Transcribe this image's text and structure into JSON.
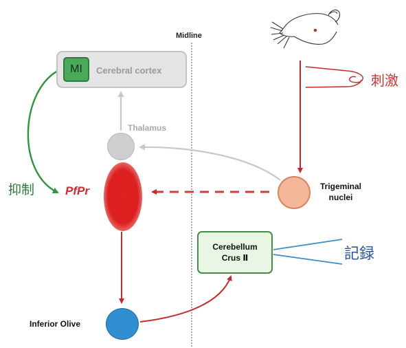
{
  "labels": {
    "midline": "Midline",
    "motor_cortex_abbrev": "MI",
    "cerebral_cortex": "Cerebral cortex",
    "thalamus": "Thalamus",
    "pfpr": "PfPr",
    "inhibition": "抑制",
    "trigeminal_line1": "Trigeminal",
    "trigeminal_line2": "nuclei",
    "stimulation": "刺激",
    "cerebellum_line1": "Cerebellum",
    "cerebellum_line2": "Crus Ⅱ",
    "recording": "記録",
    "inferior_olive": "Inferior Olive"
  },
  "colors": {
    "excitatory_red": "#c62828",
    "inhibitory_green": "#2e9440",
    "thalamic_gray": "#c8c8c8",
    "recording_blue": "#3a8fc8"
  },
  "icons": {
    "animal": "mouse-head-icon"
  }
}
